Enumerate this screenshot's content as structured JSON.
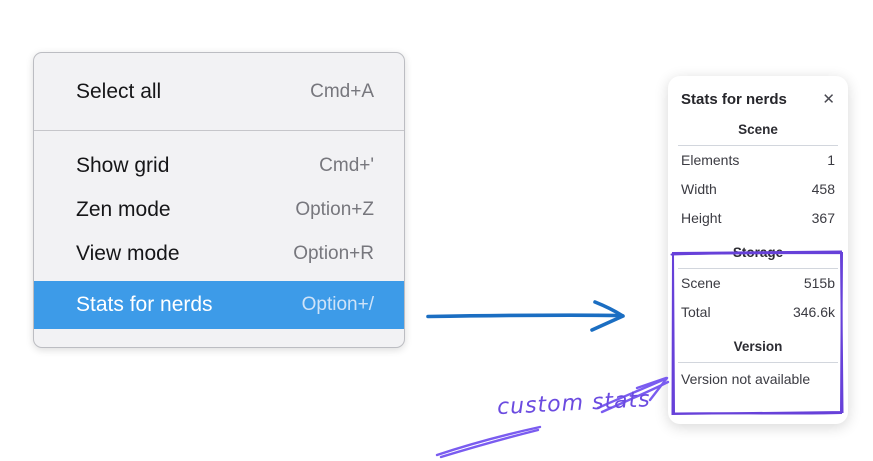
{
  "context_menu": {
    "items": [
      {
        "label": "Select all",
        "shortcut": "Cmd+A",
        "highlighted": false
      },
      {
        "label": "Show grid",
        "shortcut": "Cmd+'",
        "highlighted": false
      },
      {
        "label": "Zen mode",
        "shortcut": "Option+Z",
        "highlighted": false
      },
      {
        "label": "View mode",
        "shortcut": "Option+R",
        "highlighted": false
      },
      {
        "label": "Stats for nerds",
        "shortcut": "Option+/",
        "highlighted": true
      }
    ]
  },
  "stats_panel": {
    "title": "Stats for nerds",
    "close_icon": "✕",
    "sections": [
      {
        "heading": "Scene",
        "rows": [
          {
            "label": "Elements",
            "value": "1"
          },
          {
            "label": "Width",
            "value": "458"
          },
          {
            "label": "Height",
            "value": "367"
          }
        ]
      },
      {
        "heading": "Storage",
        "rows": [
          {
            "label": "Scene",
            "value": "515b"
          },
          {
            "label": "Total",
            "value": "346.6k"
          }
        ]
      },
      {
        "heading": "Version",
        "note": "Version not available"
      }
    ]
  },
  "annotation": {
    "label": "custom stats"
  },
  "colors": {
    "menu_background": "#f2f2f4",
    "menu_highlight": "#3d9be8",
    "highlight_text": "#ffffff",
    "shortcut_gray": "#77777d",
    "flow_arrow_blue": "#1b6ec2",
    "annotation_violet": "#6741d9",
    "annotation_text_violet": "#6b4be0"
  }
}
